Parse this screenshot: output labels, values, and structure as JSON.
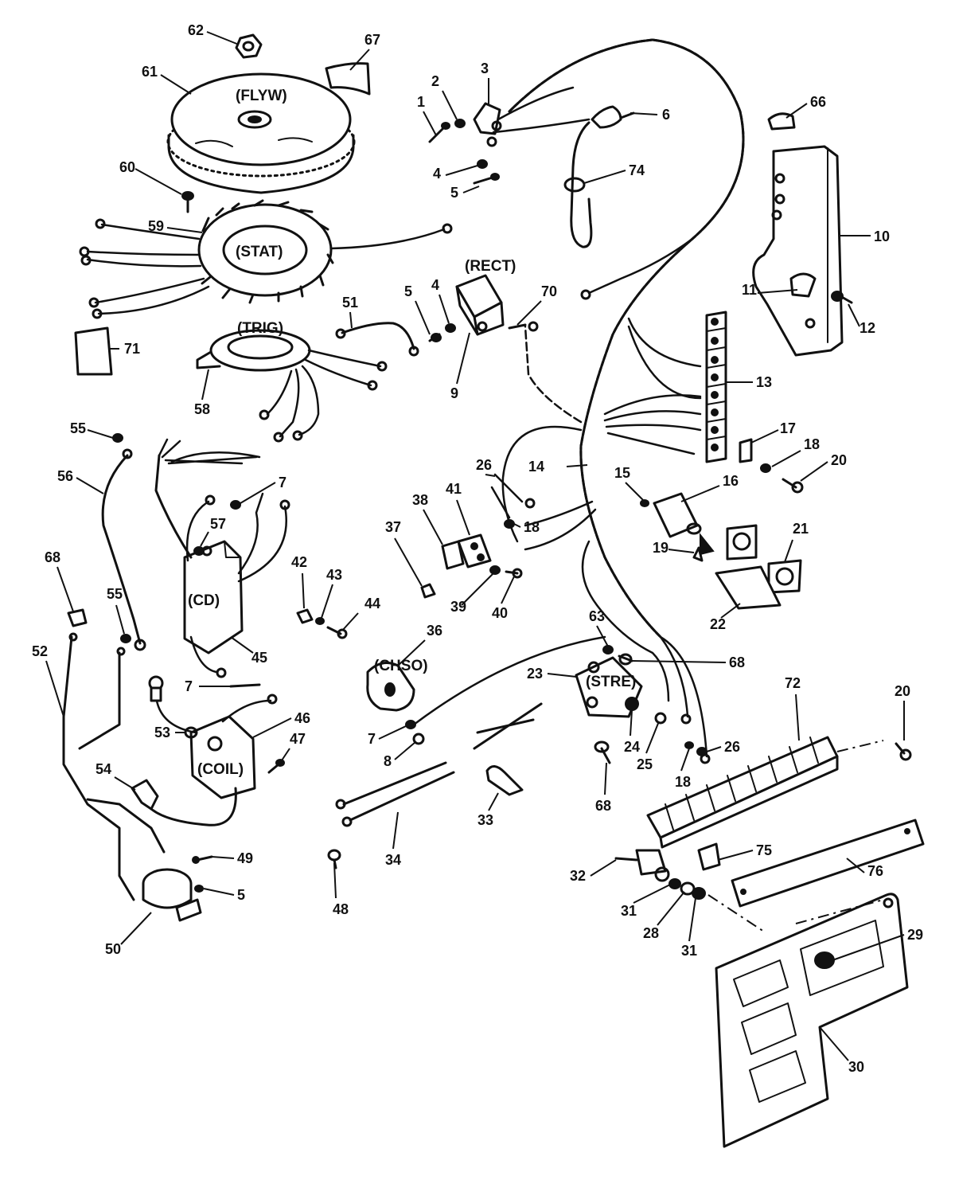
{
  "component_tags": {
    "flywheel": "(FLYW)",
    "stator": "(STAT)",
    "trigger": "(TRIG)",
    "rectifier": "(RECT)",
    "cd_module": "(CD)",
    "coil": "(COIL)",
    "choke_solenoid": "(CHSO)",
    "starter_solenoid": "(STRE)"
  },
  "callouts": [
    {
      "id": "c1",
      "label": "1"
    },
    {
      "id": "c2",
      "label": "2"
    },
    {
      "id": "c3",
      "label": "3"
    },
    {
      "id": "c4a",
      "label": "4"
    },
    {
      "id": "c5a",
      "label": "5"
    },
    {
      "id": "c6",
      "label": "6"
    },
    {
      "id": "c74",
      "label": "74"
    },
    {
      "id": "c66",
      "label": "66"
    },
    {
      "id": "c10",
      "label": "10"
    },
    {
      "id": "c62",
      "label": "62"
    },
    {
      "id": "c67",
      "label": "67"
    },
    {
      "id": "c61",
      "label": "61"
    },
    {
      "id": "c60",
      "label": "60"
    },
    {
      "id": "c59",
      "label": "59"
    },
    {
      "id": "c4b",
      "label": "4"
    },
    {
      "id": "c5b",
      "label": "5"
    },
    {
      "id": "c70",
      "label": "70"
    },
    {
      "id": "c9",
      "label": "9"
    },
    {
      "id": "c11",
      "label": "11"
    },
    {
      "id": "c12",
      "label": "12"
    },
    {
      "id": "c51",
      "label": "51"
    },
    {
      "id": "c71",
      "label": "71"
    },
    {
      "id": "c58",
      "label": "58"
    },
    {
      "id": "c13",
      "label": "13"
    },
    {
      "id": "c17",
      "label": "17"
    },
    {
      "id": "c18a",
      "label": "18"
    },
    {
      "id": "c20a",
      "label": "20"
    },
    {
      "id": "c14",
      "label": "14"
    },
    {
      "id": "c15",
      "label": "15"
    },
    {
      "id": "c16",
      "label": "16"
    },
    {
      "id": "c26a",
      "label": "26"
    },
    {
      "id": "c41",
      "label": "41"
    },
    {
      "id": "c38",
      "label": "38"
    },
    {
      "id": "c18b",
      "label": "18"
    },
    {
      "id": "c37",
      "label": "37"
    },
    {
      "id": "c19",
      "label": "19"
    },
    {
      "id": "c21",
      "label": "21"
    },
    {
      "id": "c22",
      "label": "22"
    },
    {
      "id": "c39",
      "label": "39"
    },
    {
      "id": "c40",
      "label": "40"
    },
    {
      "id": "c55a",
      "label": "55"
    },
    {
      "id": "c56",
      "label": "56"
    },
    {
      "id": "c7a",
      "label": "7"
    },
    {
      "id": "c57",
      "label": "57"
    },
    {
      "id": "c68a",
      "label": "68"
    },
    {
      "id": "c42",
      "label": "42"
    },
    {
      "id": "c43",
      "label": "43"
    },
    {
      "id": "c44",
      "label": "44"
    },
    {
      "id": "c55b",
      "label": "55"
    },
    {
      "id": "c45",
      "label": "45"
    },
    {
      "id": "c52",
      "label": "52"
    },
    {
      "id": "c36",
      "label": "36"
    },
    {
      "id": "c63",
      "label": "63"
    },
    {
      "id": "c68b",
      "label": "68"
    },
    {
      "id": "c23",
      "label": "23"
    },
    {
      "id": "c72",
      "label": "72"
    },
    {
      "id": "c20b",
      "label": "20"
    },
    {
      "id": "c7b",
      "label": "7"
    },
    {
      "id": "c46",
      "label": "46"
    },
    {
      "id": "c53",
      "label": "53"
    },
    {
      "id": "c47",
      "label": "47"
    },
    {
      "id": "c7c",
      "label": "7"
    },
    {
      "id": "c8",
      "label": "8"
    },
    {
      "id": "c24",
      "label": "24"
    },
    {
      "id": "c25",
      "label": "25"
    },
    {
      "id": "c26b",
      "label": "26"
    },
    {
      "id": "c18c",
      "label": "18"
    },
    {
      "id": "c68c",
      "label": "68"
    },
    {
      "id": "c54",
      "label": "54"
    },
    {
      "id": "c33",
      "label": "33"
    },
    {
      "id": "c34",
      "label": "34"
    },
    {
      "id": "c49",
      "label": "49"
    },
    {
      "id": "c75",
      "label": "75"
    },
    {
      "id": "c32",
      "label": "32"
    },
    {
      "id": "c76",
      "label": "76"
    },
    {
      "id": "c5c",
      "label": "5"
    },
    {
      "id": "c48",
      "label": "48"
    },
    {
      "id": "c31a",
      "label": "31"
    },
    {
      "id": "c28",
      "label": "28"
    },
    {
      "id": "c31b",
      "label": "31"
    },
    {
      "id": "c50",
      "label": "50"
    },
    {
      "id": "c29",
      "label": "29"
    },
    {
      "id": "c30",
      "label": "30"
    }
  ]
}
